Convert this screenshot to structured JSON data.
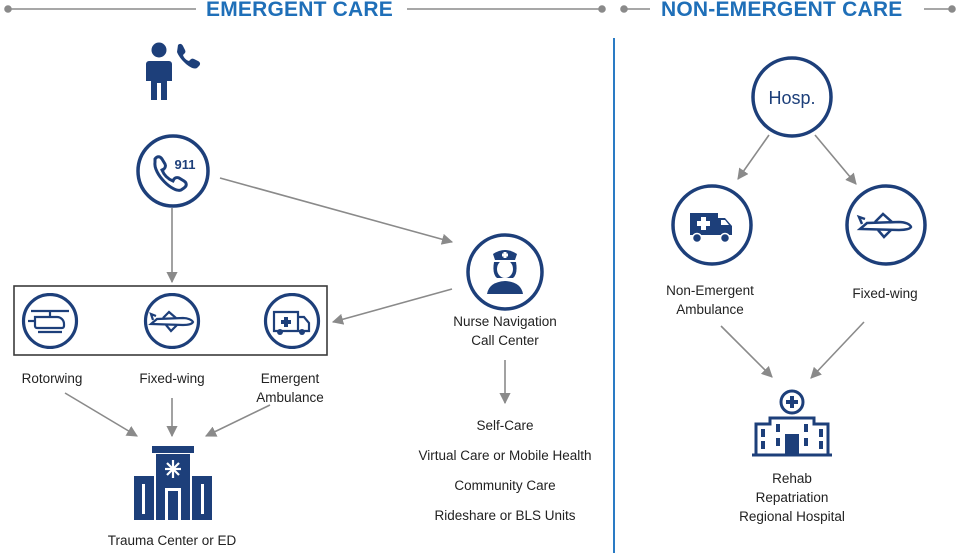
{
  "emergent": {
    "header": "EMERGENT CARE",
    "icons": {
      "caller": "person-phone-icon",
      "call_911": "phone-911-icon",
      "rotorwing": "helicopter-icon",
      "fixed_wing": "airplane-icon",
      "ambulance": "ambulance-icon",
      "nurse": "nurse-icon",
      "trauma_center": "hospital-icon"
    },
    "call_911_text": "911",
    "transport": {
      "rotorwing": "Rotorwing",
      "fixed_wing": "Fixed-wing",
      "ambulance_line1": "Emergent",
      "ambulance_line2": "Ambulance"
    },
    "nurse_line1": "Nurse Navigation",
    "nurse_line2": "Call Center",
    "destination": "Trauma Center or ED",
    "options": [
      "Self-Care",
      "Virtual Care or Mobile Health",
      "Community Care",
      "Rideshare or BLS Units"
    ]
  },
  "non_emergent": {
    "header": "NON-EMERGENT CARE",
    "hosp_text": "Hosp.",
    "icons": {
      "ambulance": "ambulance-icon",
      "fixed_wing": "airplane-icon",
      "rehab": "hospital-icon"
    },
    "ambulance_line1": "Non-Emergent",
    "ambulance_line2": "Ambulance",
    "fixed_wing": "Fixed-wing",
    "rehab_lines": [
      "Rehab",
      "Repatriation",
      "Regional Hospital"
    ]
  },
  "colors": {
    "accent": "#1f6fb8",
    "navy": "#1d3f7a",
    "arrow": "#8a8a8a",
    "divider": "#2a7bc4"
  }
}
